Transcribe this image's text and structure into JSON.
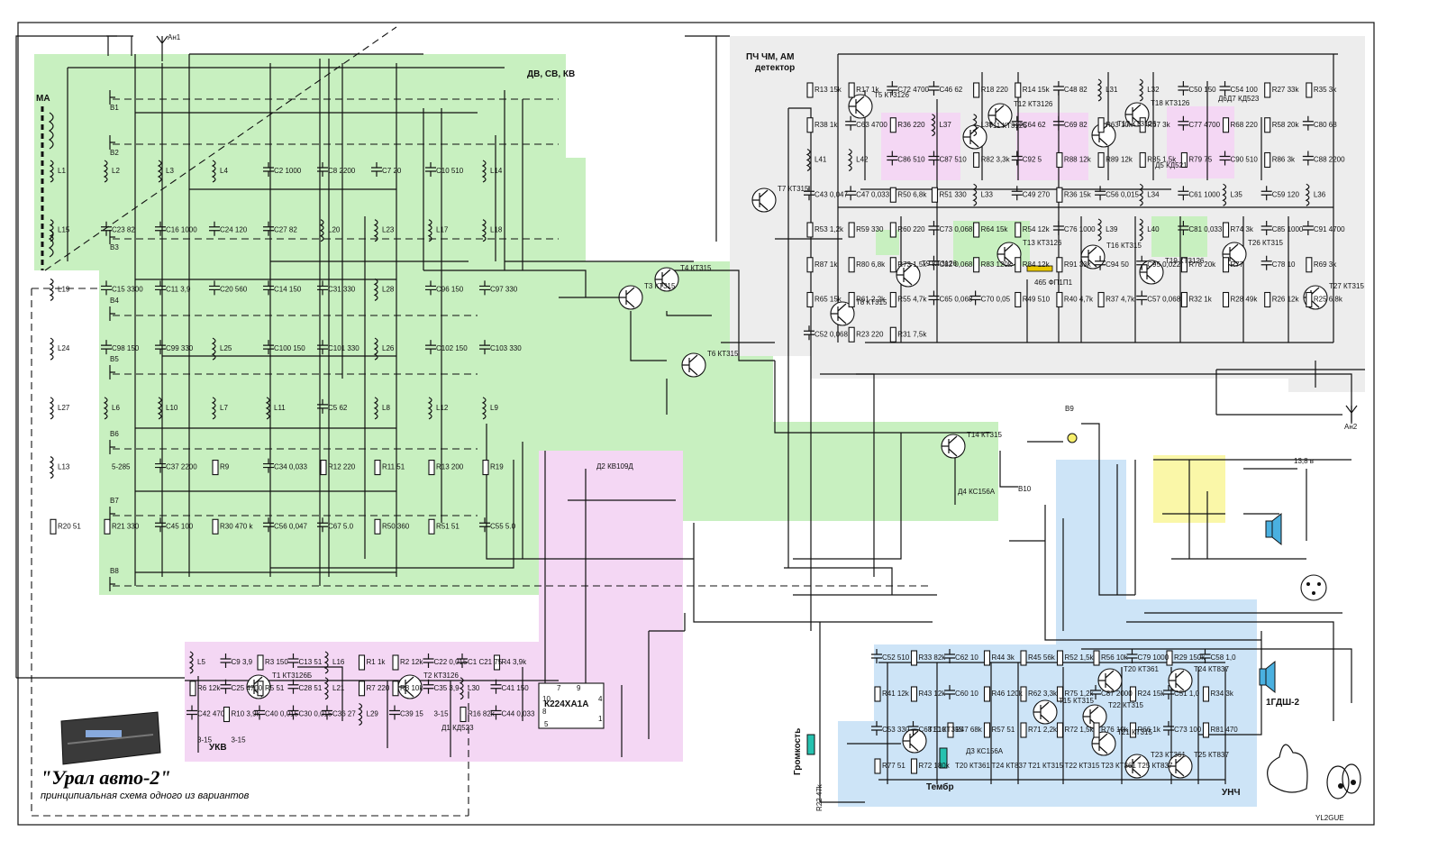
{
  "title": "\"Урал авто-2\"",
  "subtitle": "принципиальная схема одного из вариантов",
  "author": "YL2GUE",
  "regions": {
    "dv_sv_kv": "ДВ, СВ, КВ",
    "ukv": "УКВ",
    "pch": "ПЧ ЧМ, АМ\nдетектор",
    "unch": "УНЧ"
  },
  "controls": {
    "volume": "Громкость",
    "tone": "Тембр",
    "volume_pot": "R22 47k",
    "speaker": "1ГДШ-2",
    "battery": "13,8 в"
  },
  "antennas": [
    "МА",
    "Ан1",
    "Ан2"
  ],
  "switches": [
    "В1",
    "В2",
    "В3",
    "В4",
    "В5",
    "В6",
    "В7",
    "В8",
    "В9",
    "В10"
  ],
  "transistors": [
    "T1 КТ3126Б",
    "T2 КТ3126",
    "T3 КТ315",
    "T4 КТ315",
    "T5 КТ3126",
    "T6 КТ315",
    "T7 КТ315",
    "T8 КТ315",
    "T9 КТ3126",
    "T10 КТ315",
    "T11 КТ3126",
    "T12 КТ3126",
    "T13 КТ3126",
    "T14 КТ315",
    "T15 КТ315",
    "T16 КТ315",
    "T17 КТ3126",
    "T18 КТ3126",
    "T19 КТ3126",
    "T20 КТ361",
    "T21 КТ315",
    "T22 КТ315",
    "T23 КТ361",
    "T24 КТ837",
    "T25 КТ837",
    "T26 КТ315",
    "T27 КТ315"
  ],
  "ic": {
    "name": "К224ХА1А",
    "pins": [
      "7",
      "9",
      "10",
      "8",
      "5",
      "4",
      "1"
    ]
  },
  "filter": "465 ФП1П1",
  "diodes": [
    "Д1 КД523",
    "Д2 КВ109Д",
    "Д3 КС156А",
    "Д4 КС156А",
    "Д5 КД521",
    "Д6Д7 КД523"
  ],
  "labels_rf": [
    "L1",
    "L2",
    "L3",
    "L4",
    "C2 1000",
    "C8 2200",
    "C7 20",
    "C10 510",
    "L14",
    "L15",
    "C23 82",
    "C16 1000",
    "C24 120",
    "C27 82",
    "L20",
    "L23",
    "L17",
    "L18",
    "L19",
    "C15 3300",
    "C11 3,9",
    "C20 560",
    "C14 150",
    "C31 330",
    "L28",
    "C96 150",
    "C97 330",
    "L24",
    "C98 150",
    "C99 330",
    "L25",
    "C100 150",
    "C101 330",
    "L26",
    "C102 150",
    "C103 330",
    "L27",
    "L6",
    "L10",
    "L7",
    "L11",
    "C5 62",
    "L8",
    "L12",
    "L9",
    "L13",
    "5-285",
    "C37 2200",
    "R9",
    "C34 0,033",
    "R12 220",
    "R11 51",
    "R13 200",
    "R19",
    "R20 51",
    "R21 330",
    "C45 100",
    "R30 470 k",
    "C56 0,047",
    "C67 5.0",
    "R50 360",
    "R51 51",
    "C55 5.0"
  ],
  "labels_ukv": [
    "L5",
    "C9 3,9",
    "R3 150",
    "C13 51",
    "L16",
    "R1 1k",
    "R2 12k",
    "C22 0,015",
    "C1 C21 75",
    "R4 3,9k",
    "R6 12k",
    "C25 4700",
    "R5 51",
    "C28 51",
    "L21",
    "R7 220",
    "R8 10k",
    "C35 3,9",
    "L30",
    "C41 150",
    "C42 470",
    "R10 3,9k",
    "C40 0,015",
    "C30 0,015",
    "C36 27",
    "L29",
    "C39 15",
    "3-15",
    "R16 82k",
    "C44 0,033",
    "3-15",
    "3-15"
  ],
  "labels_if": [
    "R13 15k",
    "R17 1k",
    "C72 4700",
    "C46 62",
    "R18 220",
    "R14 15k",
    "C48 82",
    "L31",
    "L32",
    "C50 150",
    "C54 100",
    "R27 33k",
    "R35 3k",
    "R38 1k",
    "C63 4700",
    "R36 220",
    "L37",
    "L38",
    "C64 62",
    "C69 82",
    "R63 10k",
    "R67 3k",
    "C77 4700",
    "R68 220",
    "R58 20k",
    "C80 68",
    "L41",
    "L42",
    "C86 510",
    "C87 510",
    "R82 3,3k",
    "C92 5",
    "R88 12k",
    "R89 12k",
    "R85 1,5k",
    "R79 75",
    "C90 510",
    "R86 3k",
    "C88 2200",
    "C43 0,047",
    "C47 0,033",
    "R50 6,8k",
    "R51 330",
    "L33",
    "C49 270",
    "R36 15k",
    "C56 0,015",
    "L34",
    "C61 1000",
    "L35",
    "C59 120",
    "L36",
    "R53 1,2k",
    "R59 330",
    "R60 220",
    "C73 0,068",
    "R64 15k",
    "R54 12k",
    "C76 1000",
    "L39",
    "L40",
    "C81 0,033",
    "R74 3k",
    "C85 1000",
    "C91 4700",
    "R87 1k",
    "R80 6,8k",
    "R73 1,5k",
    "C82 0,068",
    "R83 120k",
    "R84 12k",
    "R91 33k",
    "C94 50",
    "C95 0,022",
    "R78 20k",
    "R77",
    "C78 10",
    "R69 3k",
    "R65 15k",
    "R61 2,2k",
    "R55 4,7k",
    "C65 0,068",
    "C70 0,05",
    "R49 510",
    "R40 4,7k",
    "R37 4,7k",
    "C57 0,068",
    "R32 1k",
    "R28 49k",
    "R26 12k",
    "R25 6,8k",
    "C52 0,068",
    "R23 220",
    "R31 7,5k"
  ],
  "labels_af": [
    "C52 510",
    "R33 82k",
    "C62 10",
    "R44 3k",
    "R45 56k",
    "R52 1,5k",
    "R56 10k",
    "C79 1000",
    "R29 150k",
    "C58 1,0",
    "R41 12k",
    "R43 12k",
    "C60 10",
    "R46 120k",
    "R62 3,3k",
    "R75 1,2k",
    "C87 2000",
    "R24 15k",
    "C51 1,0",
    "R34 3k",
    "C53 330",
    "C68 510",
    "R47 68k",
    "R57 51",
    "R71 2,2k",
    "R72 1,5k",
    "R76 10k",
    "R66 1k",
    "C73 100",
    "R81 470",
    "R77 51",
    "R72 180k",
    "T20 КТ361",
    "T24 КТ837",
    "T21 КТ315",
    "T22 КТ315",
    "T23 КТ361",
    "T25 КТ837"
  ]
}
